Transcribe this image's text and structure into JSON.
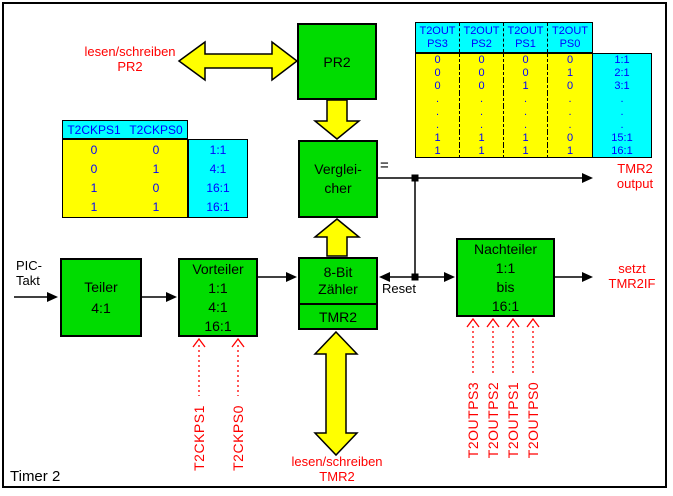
{
  "title": "Timer 2",
  "colors": {
    "box_green": "#00dc00",
    "arrow_yellow": "#ffff00",
    "table_cyan": "#00ffff",
    "table_yellow": "#ffff00",
    "signal_red": "#ff0000",
    "table_text_blue": "#0000ff"
  },
  "boxes": {
    "pr2": "PR2",
    "vergleicher": "Verglei-\ncher",
    "zaehler_top": "8-Bit\nZähler",
    "zaehler_bottom": "TMR2",
    "teiler": "Teiler\n4:1",
    "vorteiler": "Vorteiler\n1:1\n4:1\n16:1",
    "nachteiler": "Nachteiler\n1:1\nbis\n16:1"
  },
  "labels": {
    "read_write_pr2": "lesen/schreiben\nPR2",
    "read_write_tmr2": "lesen/schreiben\nTMR2",
    "tmr2_output": "TMR2\noutput",
    "setzt_tmr2if": "setzt\nTMR2IF",
    "pic_takt": "PIC-\nTakt",
    "equals": "=",
    "reset": "Reset",
    "t2ckps1": "T2CKPS1",
    "t2ckps0": "T2CKPS0",
    "t2outps3": "T2OUTPS3",
    "t2outps2": "T2OUTPS2",
    "t2outps1": "T2OUTPS1",
    "t2outps0": "T2OUTPS0"
  },
  "left_table": {
    "headers": [
      "T2CKPS1",
      "T2CKPS0"
    ],
    "rows": [
      [
        "0",
        "0"
      ],
      [
        "0",
        "1"
      ],
      [
        "1",
        "0"
      ],
      [
        "1",
        "1"
      ]
    ],
    "results": [
      "1:1",
      "4:1",
      "16:1",
      "16:1"
    ]
  },
  "right_table": {
    "headers": [
      "T2OUT\nPS3",
      "T2OUT\nPS2",
      "T2OUT\nPS1",
      "T2OUT\nPS0"
    ],
    "rows": [
      [
        "0",
        "0",
        "0",
        "0"
      ],
      [
        "0",
        "0",
        "0",
        "1"
      ],
      [
        "0",
        "0",
        "1",
        "0"
      ],
      [
        ".",
        ".",
        ".",
        "."
      ],
      [
        ".",
        ".",
        ".",
        "."
      ],
      [
        ".",
        ".",
        ".",
        "."
      ],
      [
        "1",
        "1",
        "1",
        "0"
      ],
      [
        "1",
        "1",
        "1",
        "1"
      ]
    ],
    "results": [
      "1:1",
      "2:1",
      "3:1",
      ".",
      ".",
      ".",
      "15:1",
      "16:1"
    ]
  }
}
